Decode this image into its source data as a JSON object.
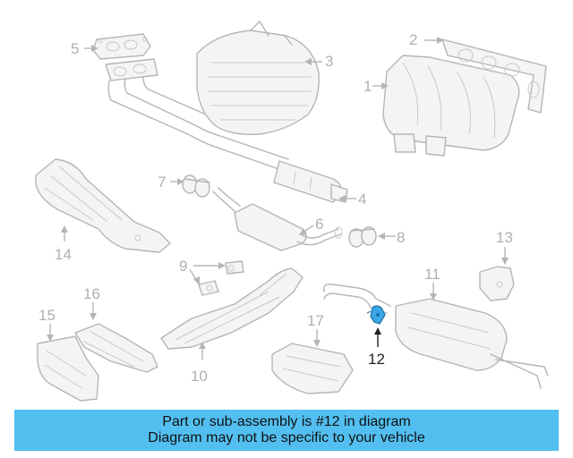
{
  "diagram": {
    "callouts": [
      "1",
      "2",
      "3",
      "4",
      "5",
      "6",
      "7",
      "8",
      "9",
      "10",
      "11",
      "12",
      "13",
      "14",
      "15",
      "16",
      "17"
    ],
    "highlighted_callout": "12",
    "colors": {
      "part_stroke": "#b5b5b5",
      "callout_text": "#b0b0b0",
      "highlight_part": "#3aa7e6",
      "highlight_text": "#222222"
    }
  },
  "banner": {
    "line1": "Part or sub-assembly is #12 in diagram",
    "line2": "Diagram may not be specific to your vehicle",
    "background": "#52bff0"
  }
}
